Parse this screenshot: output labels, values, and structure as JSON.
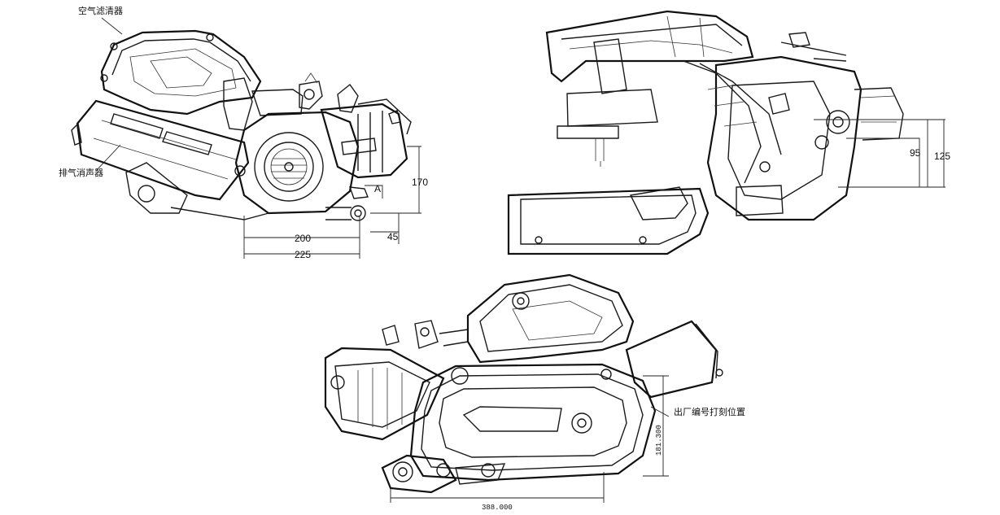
{
  "labels": {
    "air_filter": "空气滤清器",
    "muffler": "排气消声器",
    "serial_position": "出厂编号打刻位置",
    "marker_a": "A"
  },
  "dimensions": {
    "view1_height": "170",
    "view1_offset": "45",
    "view1_width_inner": "200",
    "view1_width_outer": "225",
    "view2_height_inner": "95",
    "view2_height_outer": "125",
    "view3_height": "181.300",
    "view3_width": "388.000"
  },
  "colors": {
    "line": "#111111",
    "background": "#ffffff"
  }
}
